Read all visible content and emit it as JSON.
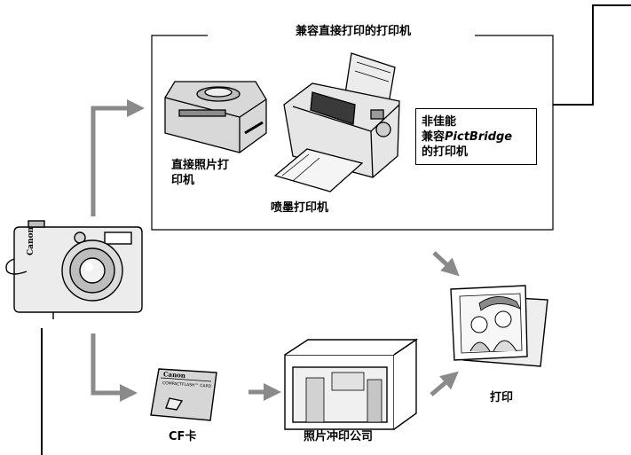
{
  "printers_group": {
    "title": "兼容直接打印的打印机",
    "direct_photo_printer": {
      "line1": "直接照片打",
      "line2": "印机"
    },
    "inkjet_printer": "喷墨打印机",
    "canon_box": {
      "line1": "非佳能",
      "line2_prefix": "兼容",
      "line2_brand": "PictBridge",
      "line3": "的打印机"
    }
  },
  "cf_card": {
    "label": "CF卡",
    "card_brand": "Canon",
    "card_text": "COMPACTFLASH™ CARD"
  },
  "photo_lab": {
    "label": "照片冲印公司"
  },
  "print_output": {
    "label": "打印"
  },
  "camera": {
    "brand": "Canon"
  },
  "colors": {
    "arrow": "#8a8a8a",
    "line": "#000000",
    "background": "#ffffff"
  }
}
